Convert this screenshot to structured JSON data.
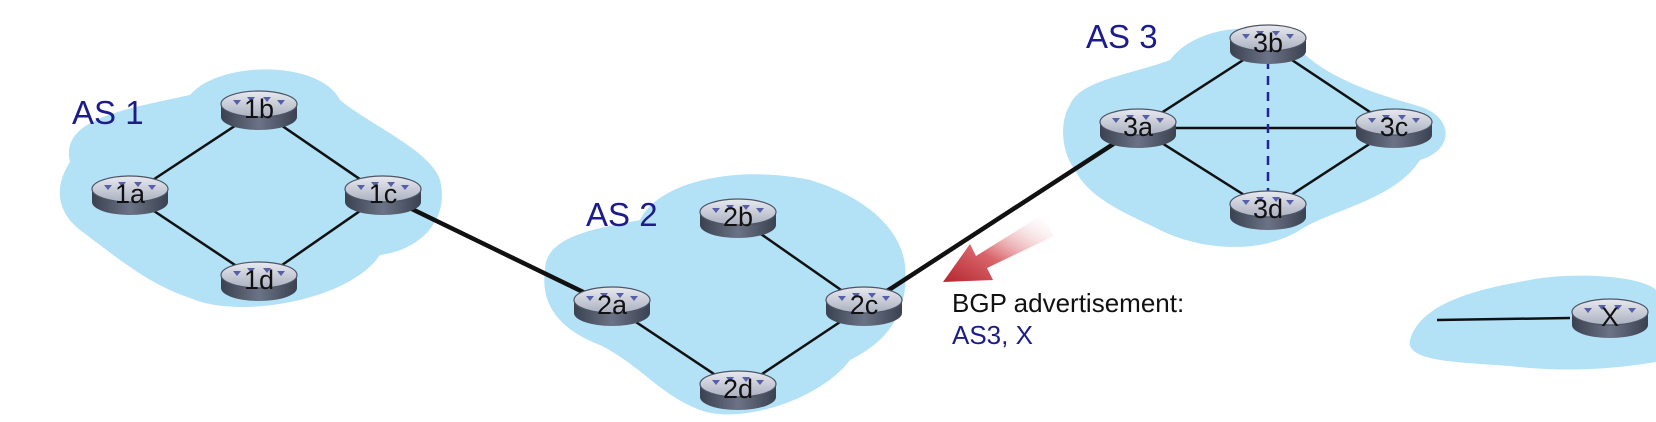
{
  "colors": {
    "cloud": "#b3e1f6",
    "as_label": "#1c1c8a",
    "link": "#111111",
    "dashed_link": "#22229a",
    "router_top": "#c9ccd6",
    "router_side": "#4d5566",
    "arrow": "#b5262d",
    "annotation_text": "#111111",
    "annotation_path": "#1c1c8a"
  },
  "autonomous_systems": [
    {
      "id": "as1",
      "label": "AS 1"
    },
    {
      "id": "as2",
      "label": "AS 2"
    },
    {
      "id": "as3",
      "label": "AS 3"
    },
    {
      "id": "dest",
      "label": ""
    }
  ],
  "routers": [
    {
      "id": "1a",
      "label": "1a"
    },
    {
      "id": "1b",
      "label": "1b"
    },
    {
      "id": "1c",
      "label": "1c"
    },
    {
      "id": "1d",
      "label": "1d"
    },
    {
      "id": "2a",
      "label": "2a"
    },
    {
      "id": "2b",
      "label": "2b"
    },
    {
      "id": "2c",
      "label": "2c"
    },
    {
      "id": "2d",
      "label": "2d"
    },
    {
      "id": "3a",
      "label": "3a"
    },
    {
      "id": "3b",
      "label": "3b"
    },
    {
      "id": "3c",
      "label": "3c"
    },
    {
      "id": "3d",
      "label": "3d"
    },
    {
      "id": "x",
      "label": "X"
    }
  ],
  "links": [
    {
      "from": "1a",
      "to": "1b",
      "kind": "internal"
    },
    {
      "from": "1b",
      "to": "1c",
      "kind": "internal"
    },
    {
      "from": "1a",
      "to": "1d",
      "kind": "internal"
    },
    {
      "from": "1d",
      "to": "1c",
      "kind": "internal"
    },
    {
      "from": "1c",
      "to": "2a",
      "kind": "external"
    },
    {
      "from": "2a",
      "to": "2d",
      "kind": "internal"
    },
    {
      "from": "2d",
      "to": "2c",
      "kind": "internal"
    },
    {
      "from": "2b",
      "to": "2c",
      "kind": "internal"
    },
    {
      "from": "2c",
      "to": "3a",
      "kind": "external"
    },
    {
      "from": "3a",
      "to": "3b",
      "kind": "internal"
    },
    {
      "from": "3a",
      "to": "3c",
      "kind": "internal"
    },
    {
      "from": "3a",
      "to": "3d",
      "kind": "internal"
    },
    {
      "from": "3b",
      "to": "3c",
      "kind": "internal"
    },
    {
      "from": "3b",
      "to": "3d",
      "kind": "dashed"
    },
    {
      "from": "3d",
      "to": "3c",
      "kind": "internal"
    }
  ],
  "annotation": {
    "title": "BGP advertisement:",
    "path": "AS3, X"
  }
}
